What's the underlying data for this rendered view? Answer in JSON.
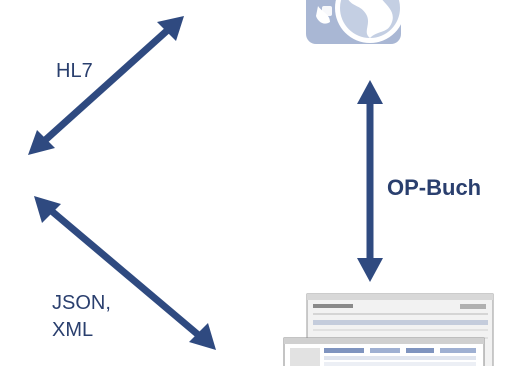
{
  "labels": {
    "hl7": "HL7",
    "json_xml": "JSON,\nXML",
    "op_buch": "OP-Buch"
  },
  "colors": {
    "arrow": "#2f4a80",
    "text": "#2a3f6e",
    "globe_bg": "#a9b7d4",
    "globe_fg": "#ffffff",
    "screenshot_border": "#9a9a9a"
  },
  "icons": {
    "top_right": "globe-app-icon",
    "bottom_right": "software-screenshot-thumbnail"
  }
}
